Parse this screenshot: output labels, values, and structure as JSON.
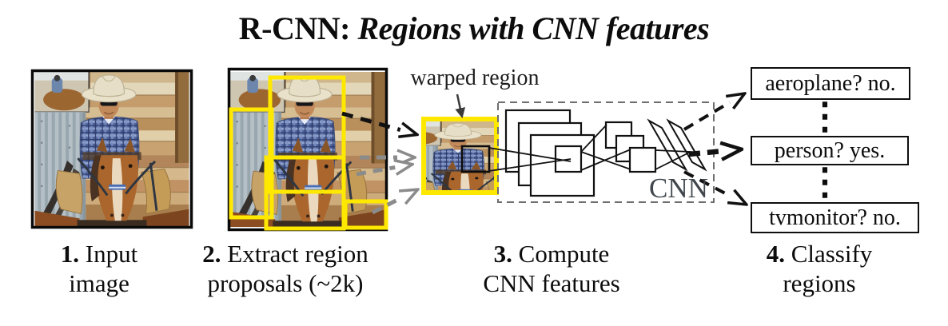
{
  "figure": {
    "title": {
      "prefix": "R-CNN:",
      "emphasis": "Regions with CNN features"
    }
  },
  "annotations": {
    "warped_region_label": "warped region",
    "cnn_label": "CNN",
    "ellipsis": "⋮"
  },
  "steps": [
    {
      "num": "1.",
      "line1": "Input",
      "line2": "image"
    },
    {
      "num": "2.",
      "line1": "Extract region",
      "line2": "proposals (~2k)"
    },
    {
      "num": "3.",
      "line1": "Compute",
      "line2": "CNN features"
    },
    {
      "num": "4.",
      "line1": "Classify",
      "line2": "regions"
    }
  ],
  "classifications": [
    {
      "text": "aeroplane? no."
    },
    {
      "text": "person? yes."
    },
    {
      "text": "tvmonitor? no."
    }
  ],
  "colors": {
    "proposal_box_yellow": "#ffe800",
    "arrow_gray": "#8b8b8b",
    "arrow_black": "#111111",
    "cnn_text_gray": "#41474c"
  }
}
